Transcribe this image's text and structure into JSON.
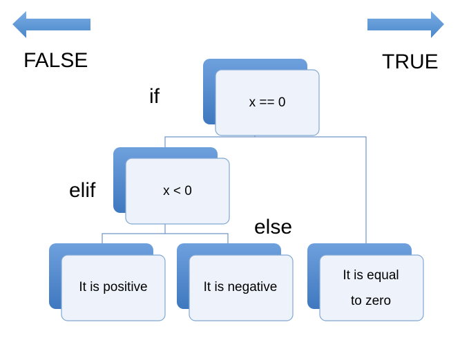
{
  "labels": {
    "false": "FALSE",
    "true": "TRUE",
    "if": "if",
    "elif": "elif",
    "else": "else"
  },
  "nodes": {
    "condition_if": "x == 0",
    "condition_elif": "x < 0",
    "result_positive": "It is positive",
    "result_negative": "It is negative",
    "result_zero_line1": "It is equal",
    "result_zero_line2": "to zero"
  },
  "icons": {
    "left": "arrow-left-icon",
    "right": "arrow-right-icon"
  },
  "colors": {
    "accent_blue": "#4a86c8",
    "card_fill": "#eef3fb",
    "card_border": "#7fa7d4",
    "connector": "#6f93c4"
  }
}
